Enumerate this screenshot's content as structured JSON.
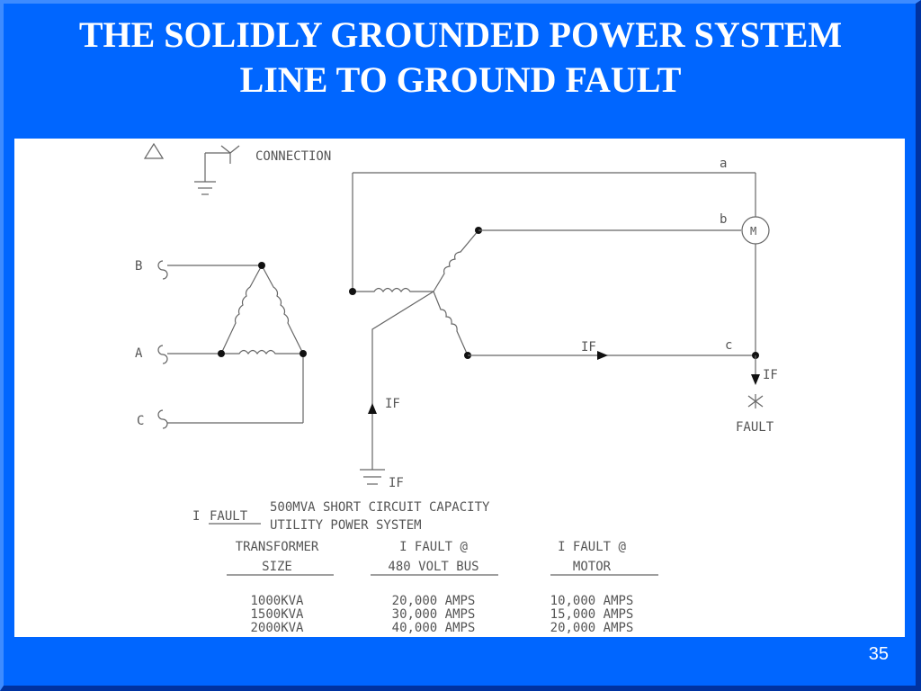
{
  "slide": {
    "title_line1": "THE SOLIDLY GROUNDED POWER SYSTEM",
    "title_line2": "LINE TO GROUND FAULT",
    "page_number": "35"
  },
  "diagram": {
    "delta_symbol_label": "CONNECTION",
    "phase_labels": {
      "A": "A",
      "B": "B",
      "C": "C"
    },
    "secondary_labels": {
      "a": "a",
      "b": "b",
      "c": "c"
    },
    "motor_label": "M",
    "fault_label": "FAULT",
    "fault_current_label": "IF"
  },
  "table": {
    "ifault_prefix": "I",
    "ifault_underlined": "FAULT",
    "capacity_line1": "500MVA SHORT CIRCUIT CAPACITY",
    "capacity_line2": "UTILITY POWER SYSTEM",
    "headers": [
      {
        "line1": "TRANSFORMER",
        "line2": "SIZE"
      },
      {
        "line1": "I FAULT @",
        "line2": "480 VOLT BUS"
      },
      {
        "line1": "I FAULT @",
        "line2": "MOTOR"
      }
    ],
    "rows": [
      [
        "1000KVA",
        "20,000 AMPS",
        "10,000 AMPS"
      ],
      [
        "1500KVA",
        "30,000 AMPS",
        "15,000 AMPS"
      ],
      [
        "2000KVA",
        "40,000 AMPS",
        "20,000 AMPS"
      ]
    ]
  }
}
